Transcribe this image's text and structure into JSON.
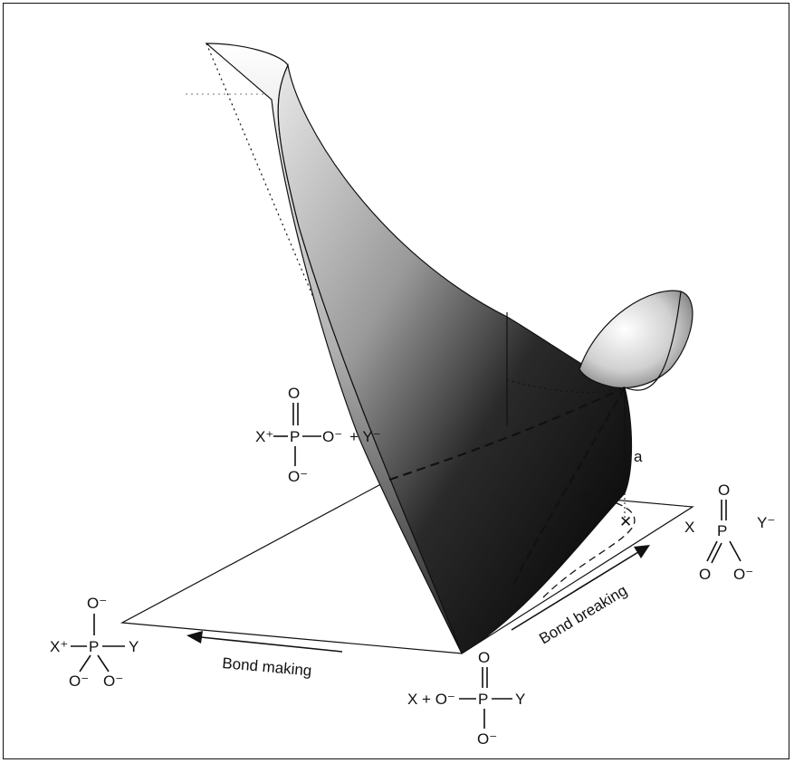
{
  "figure": {
    "colors": {
      "surface_light": "#f2f2f2",
      "surface_dark": "#050505",
      "line": "#111111"
    },
    "labels": {
      "bond_making": "Bond making",
      "bond_breaking": "Bond breaking",
      "path_a": "a"
    },
    "structures": {
      "top_left": {
        "x_plus": "X⁺",
        "p": "P",
        "o_top": "O",
        "o_right": "O⁻",
        "plus_y": "+ Y⁻",
        "o_bottom": "O⁻"
      },
      "left": {
        "o_top": "O⁻",
        "x_plus": "X⁺",
        "p": "P",
        "y": "Y",
        "o_bl": "O⁻",
        "o_br": "O⁻"
      },
      "bottom": {
        "x_plus": "X + O⁻",
        "p": "P",
        "o_top": "O",
        "y": "Y",
        "o_bottom": "O⁻"
      },
      "right": {
        "x": "X",
        "o_top": "O",
        "p": "P",
        "y_minus": "Y⁻",
        "o_bl": "O",
        "o_br": "O⁻"
      }
    }
  }
}
